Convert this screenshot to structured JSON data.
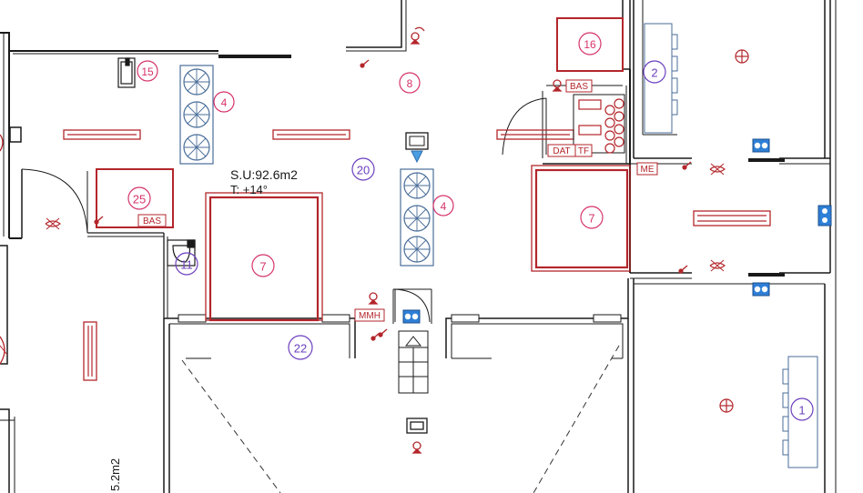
{
  "room_tags": {
    "tag_15": "15",
    "tag_4_top": "4",
    "tag_8": "8",
    "tag_16": "16",
    "tag_2": "2",
    "tag_20": "20",
    "tag_25": "25",
    "tag_4_mid": "4",
    "tag_7_left": "7",
    "tag_7_right": "7",
    "tag_11": "11",
    "tag_22": "22",
    "tag_1": "1"
  },
  "labels": {
    "area": "S.U:92.6m2",
    "temperature": "T: +14°",
    "bas_left": "BAS",
    "bas_right": "BAS",
    "dat": "DAT",
    "tf": "TF",
    "me": "ME",
    "mmh": "MMH",
    "area_vertical": "5.2m2"
  },
  "colors": {
    "wall": "#1a1a1a",
    "equipment_red": "#b3262b",
    "tag_pink": "#d6336c",
    "tag_purple": "#6b3fbf",
    "fan_blue": "#4a6e9a",
    "socket_blue": "#2e7fd6"
  }
}
